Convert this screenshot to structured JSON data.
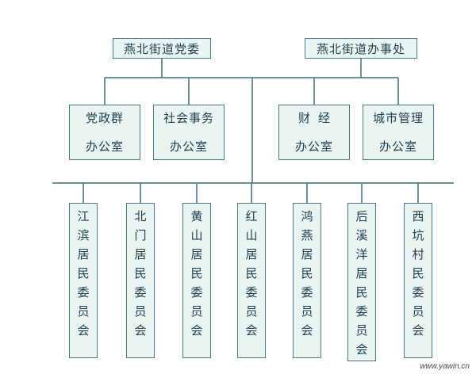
{
  "top": [
    {
      "id": "party-committee",
      "label": "燕北街道党委"
    },
    {
      "id": "sub-district-office",
      "label": "燕北街道办事处"
    }
  ],
  "offices": [
    {
      "id": "party-affairs",
      "line1": "党政群",
      "line2": "办公室",
      "wide": false
    },
    {
      "id": "social-affairs",
      "line1": "社会事务",
      "line2": "办公室",
      "wide": false
    },
    {
      "id": "finance",
      "line1": "财经",
      "line2": "办公室",
      "wide": true
    },
    {
      "id": "urban-management",
      "line1": "城市管理",
      "line2": "办公室",
      "wide": false
    }
  ],
  "committees": [
    {
      "id": "jiangbin",
      "label": "江滨居民委员会"
    },
    {
      "id": "beimen",
      "label": "北门居民委员会"
    },
    {
      "id": "huangshan",
      "label": "黄山居民委员会"
    },
    {
      "id": "hongshan",
      "label": "红山居民委员会"
    },
    {
      "id": "hongyan",
      "label": "鸿燕居民委员会"
    },
    {
      "id": "houxiyang",
      "label": "后溪洋居民委员会"
    },
    {
      "id": "xikeng",
      "label": "西坑村民委员会"
    }
  ],
  "watermark": "www.yawin.cn",
  "colors": {
    "line": "#3e6f7c",
    "box_border": "#4a7a86",
    "box_fill": "#e9f4f3"
  }
}
